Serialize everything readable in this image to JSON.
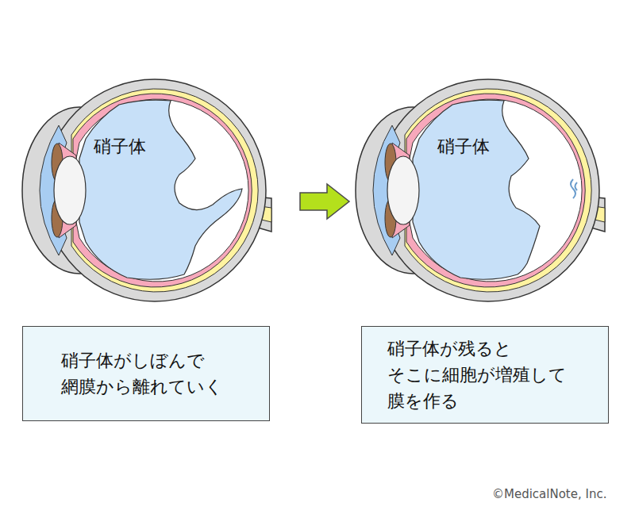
{
  "diagram": {
    "nodes": [
      {
        "text": [
          "硝子体がしぼんで 網膜から離れていく"
        ]
      },
      {
        "text": [
          "硝子体が残ると そこに細胞が増殖して 膜を作る"
        ]
      }
    ],
    "labels": [
      "硝子体",
      "硝子体",
      "©MedicalNote, Inc."
    ]
  }
}
